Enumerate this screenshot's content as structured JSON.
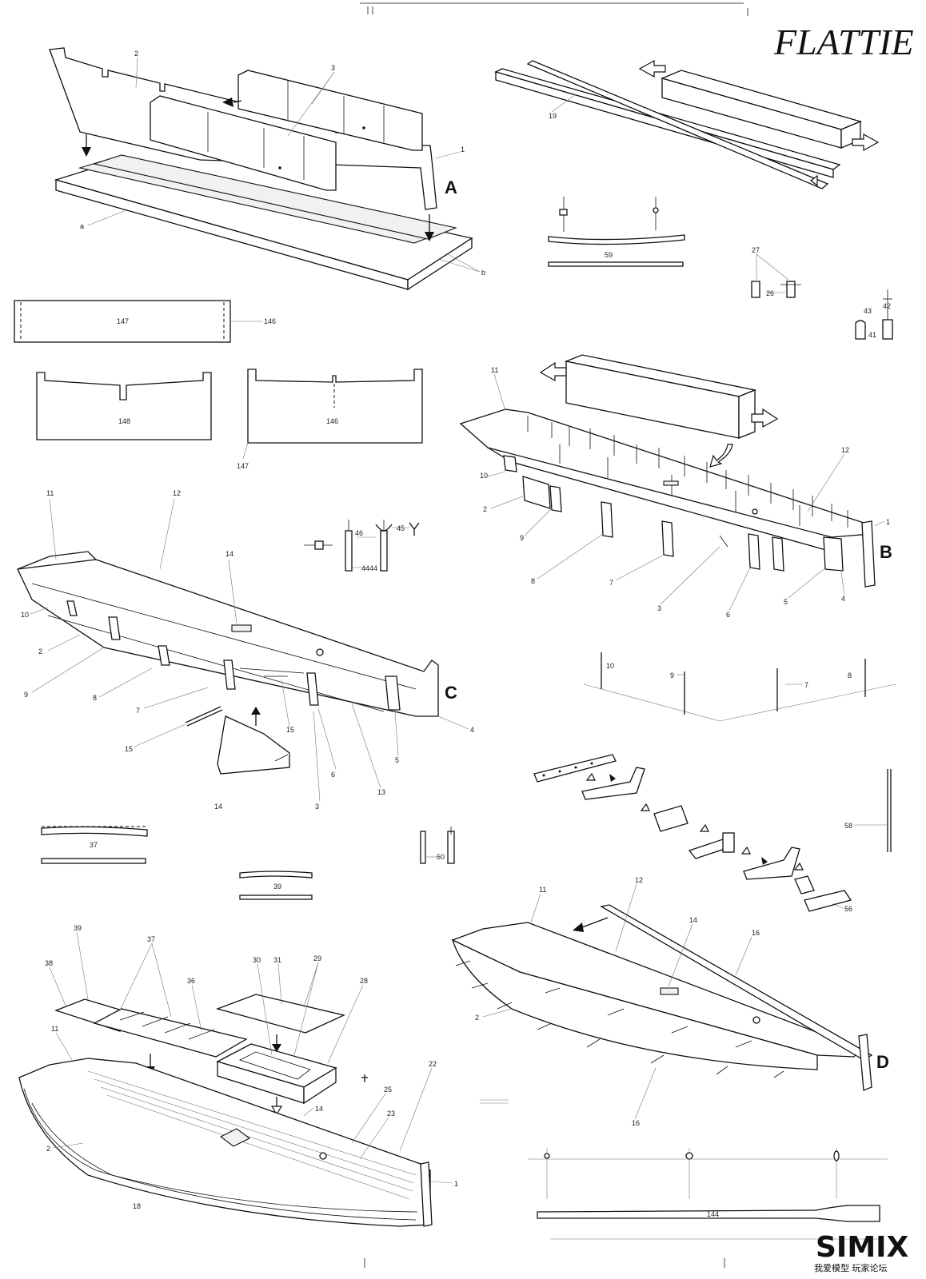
{
  "title": "FLATTIE",
  "watermark": {
    "logo": "SIMIX",
    "caption": "我爱模型 玩家论坛"
  },
  "steps": [
    "A",
    "B",
    "C",
    "D"
  ],
  "colors": {
    "ink": "#111111",
    "paper": "#ffffff"
  },
  "labels": {
    "a2": "2",
    "a3": "3",
    "a1": "1",
    "aa": "a",
    "ab": "b",
    "p19": "19",
    "p59": "59",
    "p27": "27",
    "p26": "26",
    "p43": "43",
    "p42": "42",
    "p41": "41",
    "p147": "147",
    "p146": "146",
    "p148": "148",
    "p146b": "146",
    "p147b": "147",
    "b11": "11",
    "b10": "10",
    "b2": "2",
    "b9": "9",
    "b8": "8",
    "b7": "7",
    "b3": "3",
    "b6": "6",
    "b5": "5",
    "b4": "4",
    "b12": "12",
    "b1": "1",
    "c11": "11",
    "c12": "12",
    "c14": "14",
    "c10": "10",
    "c2": "2",
    "c9": "9",
    "c8": "8",
    "c7": "7",
    "c15": "15",
    "c15b": "15",
    "c14b": "14",
    "c3": "3",
    "c6": "6",
    "c13": "13",
    "c5": "5",
    "c4": "4",
    "r46": "46",
    "r45": "45",
    "r44": "4444",
    "d10": "10",
    "d9": "9",
    "d7": "7",
    "d8": "8",
    "d58": "58",
    "d56": "56",
    "p37": "37",
    "p39": "39",
    "p60": "60",
    "d11": "11",
    "d12": "12",
    "d14": "14",
    "d16": "16",
    "d2": "2",
    "d16b": "16",
    "e39": "39",
    "e38": "38",
    "e37": "37",
    "e36": "36",
    "e30": "30",
    "e31": "31",
    "e29": "29",
    "e28": "28",
    "e11": "11",
    "e2": "2",
    "e14": "14",
    "e25": "25",
    "e23": "23",
    "e22": "22",
    "e1": "1",
    "e18": "18",
    "p144": "144"
  }
}
